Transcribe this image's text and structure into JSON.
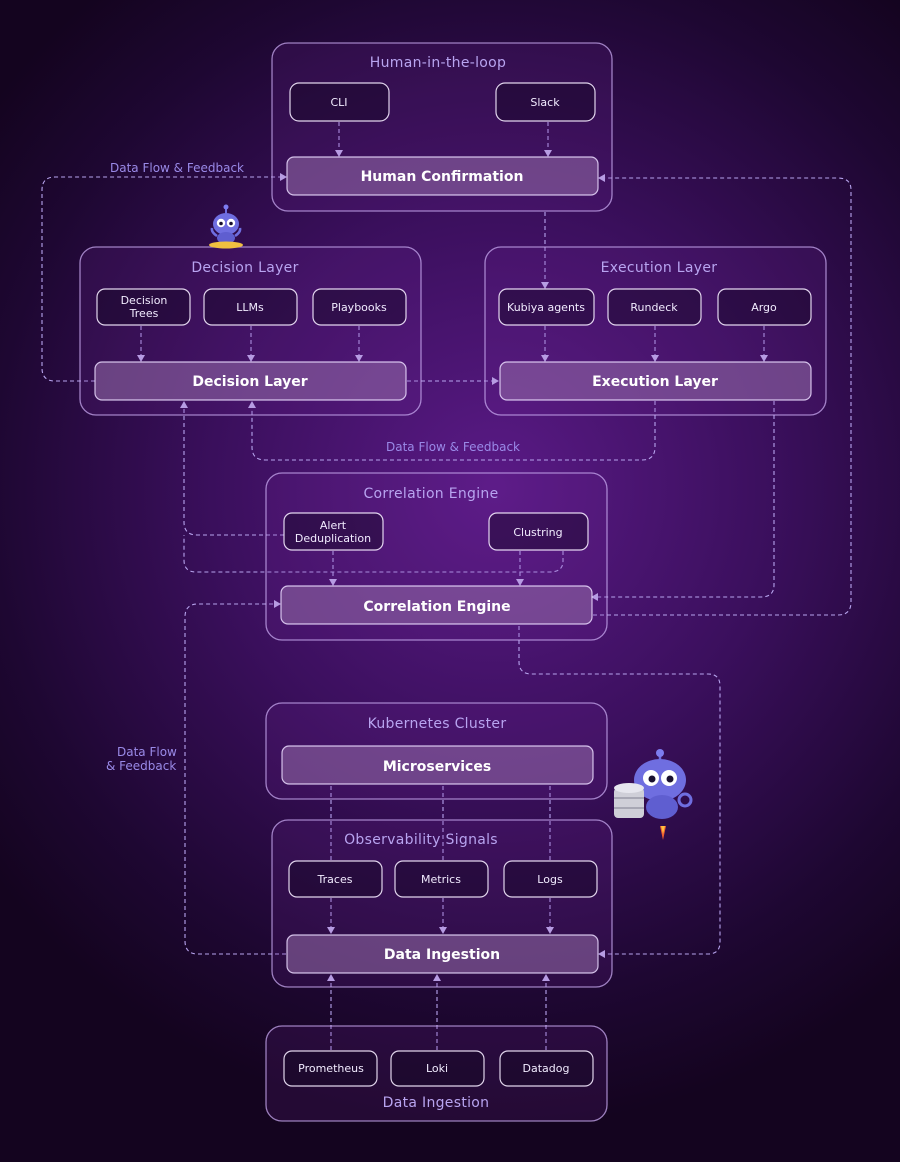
{
  "flow_labels": {
    "top_left": "Data Flow & Feedback",
    "middle": "Data Flow & Feedback",
    "left_line1": "Data Flow",
    "left_line2": "& Feedback"
  },
  "human_loop": {
    "title": "Human-in-the-loop",
    "inputs": [
      "CLI",
      "Slack"
    ],
    "main": "Human Confirmation"
  },
  "decision_layer": {
    "title": "Decision Layer",
    "inputs": [
      [
        "Decision",
        "Trees"
      ],
      [
        "LLMs"
      ],
      [
        "Playbooks"
      ]
    ],
    "main": "Decision Layer"
  },
  "execution_layer": {
    "title": "Execution Layer",
    "inputs": [
      "Kubiya agents",
      "Rundeck",
      "Argo"
    ],
    "main": "Execution Layer"
  },
  "correlation_engine": {
    "title": "Correlation Engine",
    "inputs": [
      [
        "Alert",
        "Deduplication"
      ],
      [
        "Clustring"
      ]
    ],
    "main": "Correlation Engine"
  },
  "kubernetes": {
    "title": "Kubernetes Cluster",
    "main": "Microservices"
  },
  "observability": {
    "title": "Observability Signals",
    "inputs": [
      "Traces",
      "Metrics",
      "Logs"
    ],
    "main": "Data Ingestion"
  },
  "data_sources": {
    "title": "Data Ingestion",
    "inputs": [
      "Prometheus",
      "Loki",
      "Datadog"
    ]
  },
  "colors": {
    "background": "#3a0f5c",
    "accent": "#b8a4f0",
    "mascot": "#6f6ee0"
  },
  "icons": [
    "meditating-robot-mascot-icon",
    "database-robot-mascot-icon"
  ]
}
